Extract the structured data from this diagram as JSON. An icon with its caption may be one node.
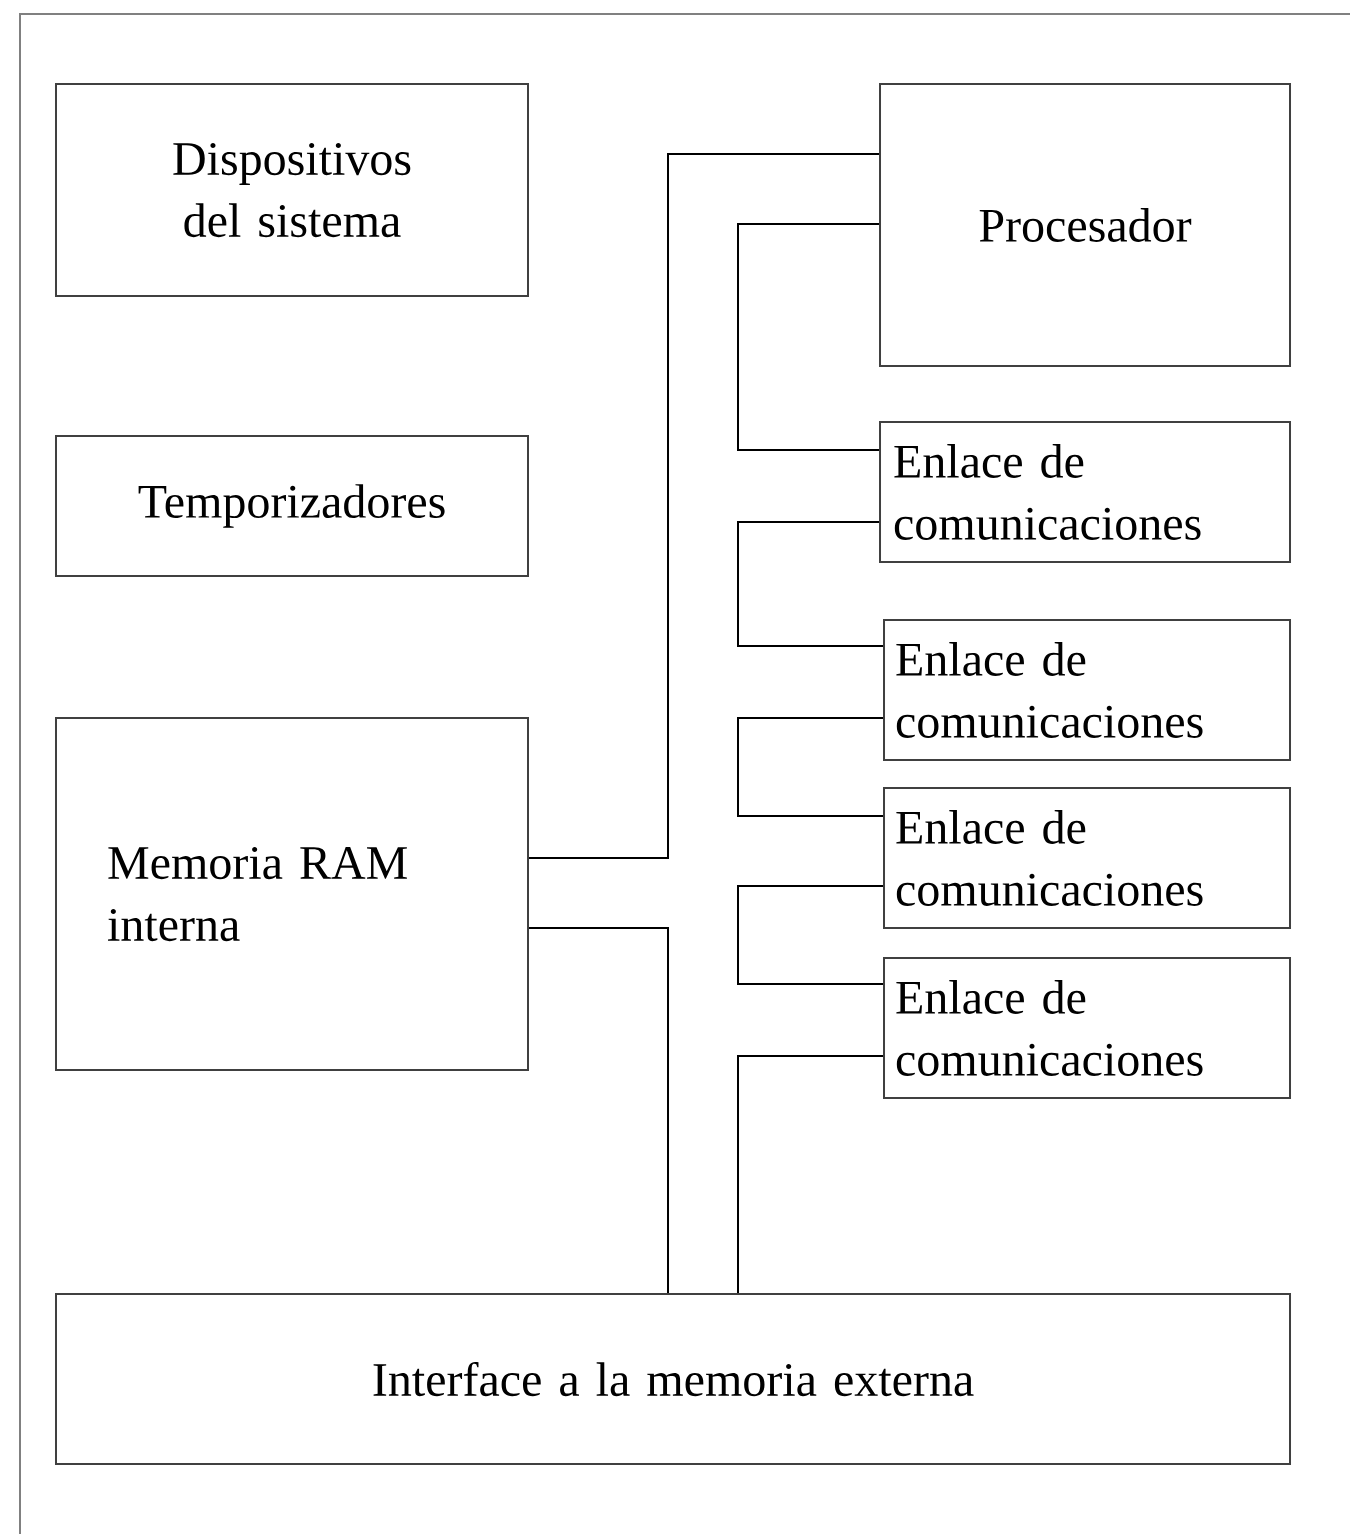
{
  "diagram": {
    "nodes": [
      {
        "text": [
          "Dispositivos del sistema"
        ]
      },
      {
        "text": [
          "Temporizadores"
        ]
      },
      {
        "text": [
          "Memoria RAM interna"
        ]
      },
      {
        "text": [
          "Procesador"
        ]
      },
      {
        "text": [
          "Enlace de comunicaciones"
        ]
      },
      {
        "text": [
          "Enlace de comunicaciones"
        ]
      },
      {
        "text": [
          "Enlace de comunicaciones"
        ]
      },
      {
        "text": [
          "Enlace de comunicaciones"
        ]
      },
      {
        "text": [
          "Interface a la memoria externa"
        ]
      }
    ],
    "edges": [
      {
        "from": 2,
        "to": 3,
        "arrow": "none"
      },
      {
        "from": 2,
        "to": 8,
        "arrow": "none"
      },
      {
        "from": 3,
        "to": 4,
        "arrow": "none"
      },
      {
        "from": 4,
        "to": 5,
        "arrow": "none"
      },
      {
        "from": 5,
        "to": 6,
        "arrow": "none"
      },
      {
        "from": 6,
        "to": 7,
        "arrow": "none"
      },
      {
        "from": 7,
        "to": 8,
        "arrow": "none"
      }
    ]
  }
}
